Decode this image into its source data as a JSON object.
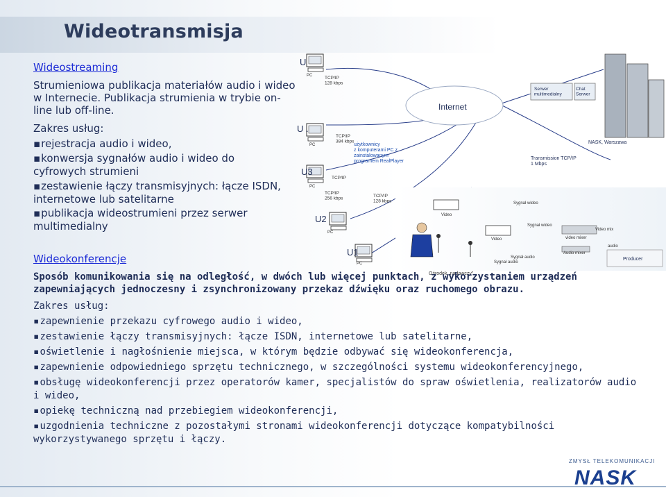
{
  "title": "Wideotransmisja",
  "streaming": {
    "heading": "Wideostreaming",
    "intro": "Strumieniowa publikacja materiałów audio i wideo w Internecie. Publikacja strumienia w trybie on-line lub off-line.",
    "scope_label": "Zakres usług:",
    "items": [
      "rejestracja audio i wideo,",
      "konwersja sygnałów audio i wideo do cyfrowych strumieni",
      "zestawienie łączy transmisyjnych: łącze ISDN, internetowe lub satelitarne",
      "publikacja wideostrumieni przez serwer multimedialny"
    ]
  },
  "conference": {
    "heading": "Wideokonferencje",
    "intro": "Sposób komunikowania się na odległość, w dwóch lub więcej punktach, z wykorzystaniem urządzeń zapewniających jednoczesny i zsynchronizowany przekaz dźwięku oraz ruchomego obrazu.",
    "scope_label": "Zakres usług:",
    "items": [
      "zapewnienie przekazu cyfrowego audio i wideo,",
      "zestawienie łączy transmisyjnych: łącze ISDN, internetowe lub satelitarne,",
      "oświetlenie i nagłośnienie miejsca, w którym będzie odbywać się wideokonferencja,",
      "zapewnienie odpowiedniego sprzętu technicznego, w szczególności systemu wideokonferencyjnego,",
      "obsługę wideokonferencji przez operatorów kamer, specjalistów do spraw oświetlenia, realizatorów audio i wideo,",
      "opiekę techniczną nad przebiegiem wideokonferencji,",
      "uzgodnienia techniczne z pozostałymi stronami wideokonferencji dotyczące kompatybilności wykorzystywanego sprzętu i łączy."
    ]
  },
  "diagram": {
    "users": [
      "U",
      "U .",
      "U3",
      "U2",
      "U1"
    ],
    "pc": "PC",
    "links": [
      "TCP/IP\n128 kbps",
      "TCP/IP\n384 kbps",
      "TCP/IP",
      "TCP/IP\n256 kbps",
      "TCP/IP\n128 kbps"
    ],
    "users_note": "użytkownicy\nz komputerami PC z\nzainstalowanym\nprogramem RealPlayer",
    "internet": "Internet",
    "server": "Serwer\nmultimedialny",
    "chat": "Chat\nSerwer",
    "nask": "NASK, Warszawa",
    "transmission": "Transmission TCP/IP\n1 Mbps",
    "signal_video": "Sygnał wideo",
    "signal_audio": "Sygnał audio",
    "video": "Video",
    "video_mix": "Video mix",
    "video_mixer": "video mixer",
    "audio": "audio",
    "audio_mixer": "Audio mixer",
    "producer": "Producer",
    "broadcast_center": "Ośrodek „nadawczy”"
  },
  "footer": {
    "brand_small": "ZMYSŁ TELEKOMUNIKACJI",
    "brand": "NASK"
  },
  "colors": {
    "heading": "#1f2d57",
    "link": "#1d2cd6",
    "title": "#2d3c5c",
    "brand": "#1b3f8f"
  }
}
